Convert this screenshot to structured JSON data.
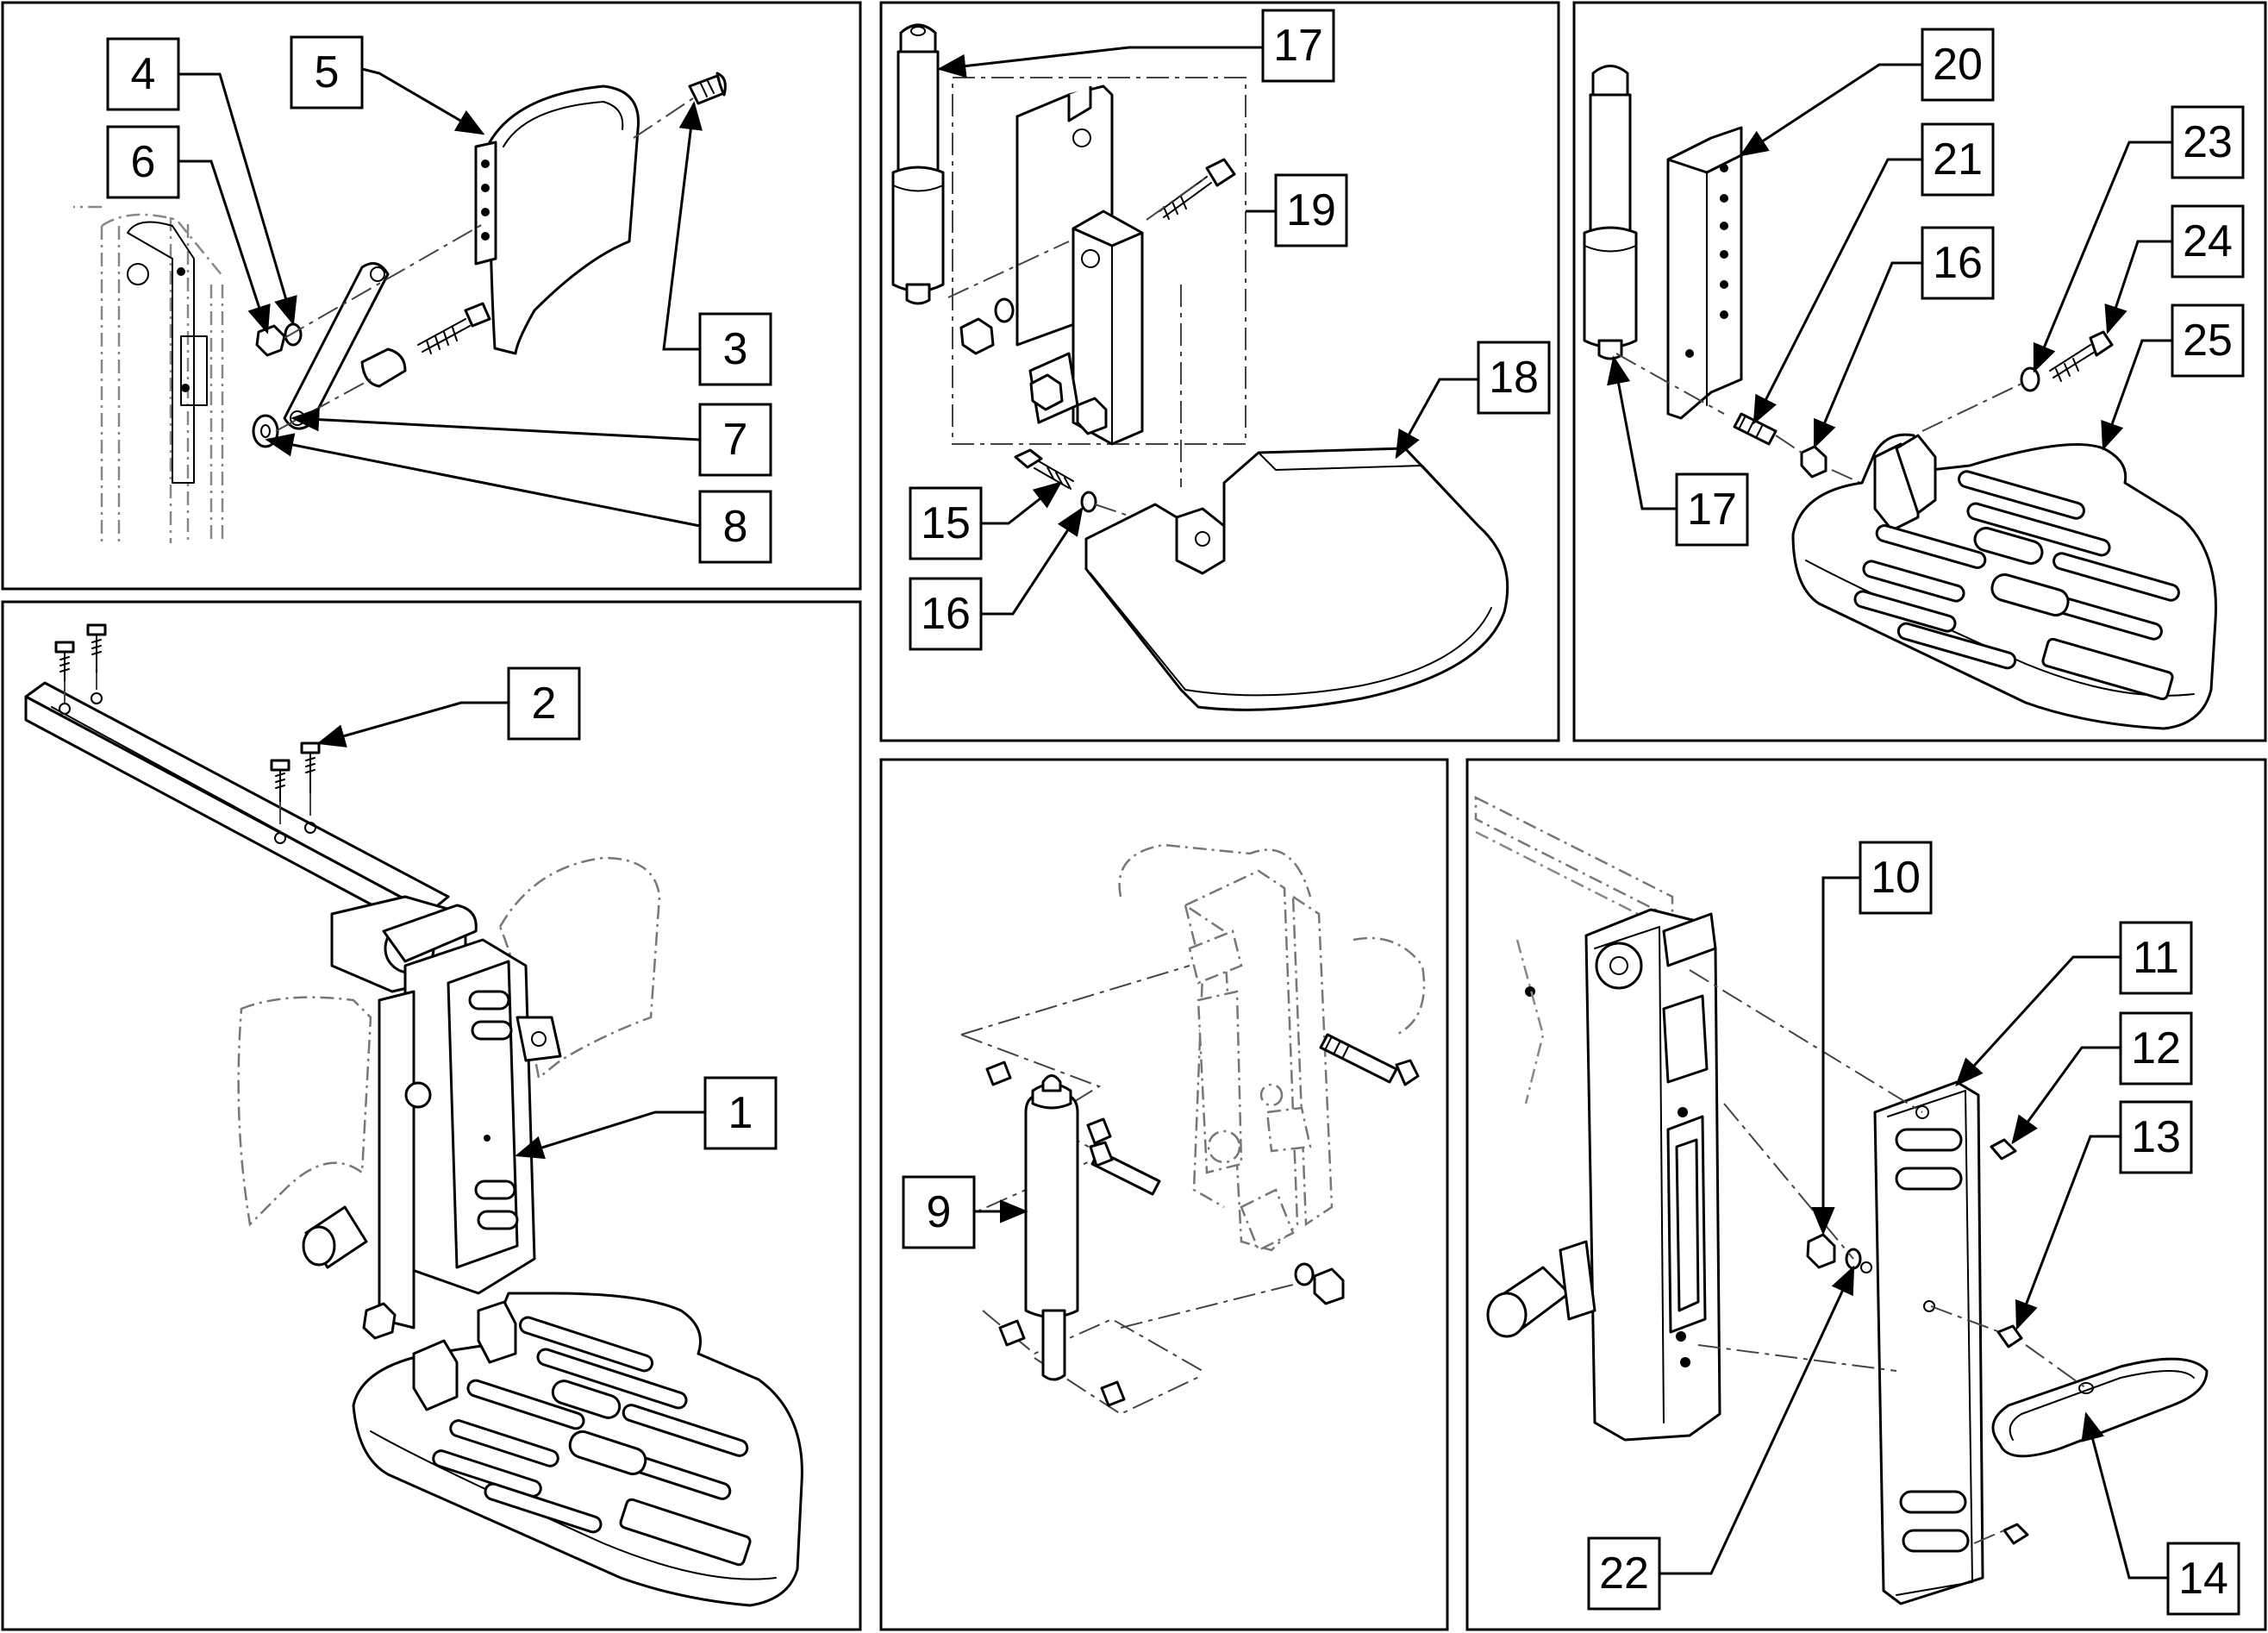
{
  "callouts": [
    {
      "label": "1"
    },
    {
      "label": "2"
    },
    {
      "label": "3"
    },
    {
      "label": "4"
    },
    {
      "label": "5"
    },
    {
      "label": "6"
    },
    {
      "label": "7"
    },
    {
      "label": "8"
    },
    {
      "label": "9"
    },
    {
      "label": "10"
    },
    {
      "label": "11"
    },
    {
      "label": "12"
    },
    {
      "label": "13"
    },
    {
      "label": "14"
    },
    {
      "label": "15"
    },
    {
      "label": "16"
    },
    {
      "label": "16"
    },
    {
      "label": "17"
    },
    {
      "label": "17"
    },
    {
      "label": "18"
    },
    {
      "label": "19"
    },
    {
      "label": "20"
    },
    {
      "label": "21"
    },
    {
      "label": "22"
    },
    {
      "label": "23"
    },
    {
      "label": "24"
    },
    {
      "label": "25"
    }
  ],
  "colors": {
    "line": "#000000",
    "phantom": "#777777",
    "background": "#ffffff"
  }
}
